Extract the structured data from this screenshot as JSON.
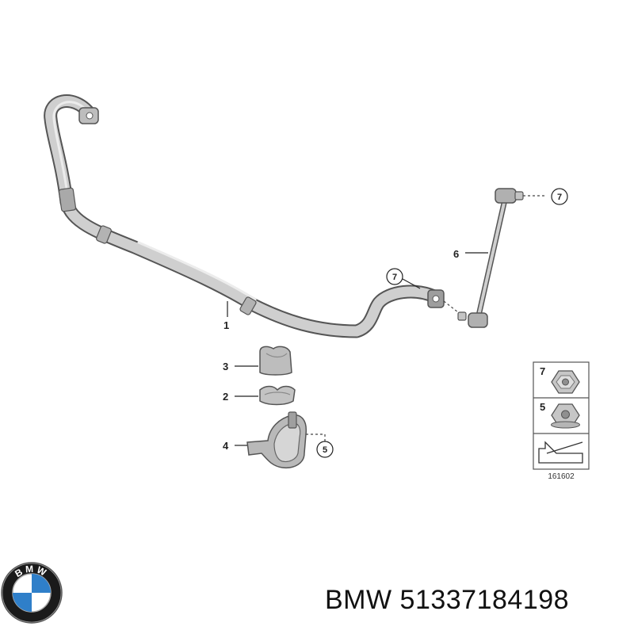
{
  "callouts": {
    "c1": "1",
    "c2": "2",
    "c3": "3",
    "c4": "4",
    "c5": "5",
    "c6": "6",
    "c7a": "7",
    "c7b": "7"
  },
  "legend": {
    "row1_num": "7",
    "row2_num": "5"
  },
  "diagram_code": "161602",
  "logo": {
    "text": "BMW"
  },
  "caption": {
    "brand": "BMW",
    "part_number": "51337184198"
  },
  "colors": {
    "part_fill": "#c9c9c9",
    "part_stroke": "#555555",
    "logo_blue": "#2f7fc9",
    "logo_ring": "#111111"
  }
}
